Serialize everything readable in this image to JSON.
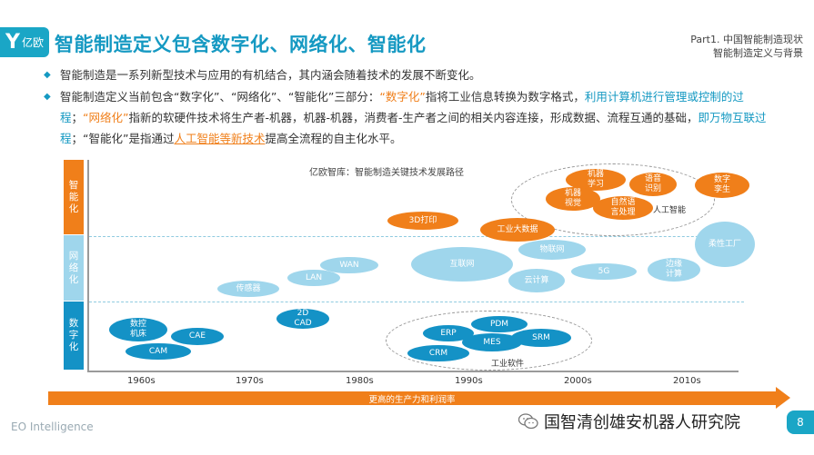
{
  "header": {
    "logo_text": "亿欧",
    "title": "智能制造定义包含数字化、网络化、智能化",
    "part_line1": "Part1. 中国智能制造现状",
    "part_line2": "智能制造定义与背景"
  },
  "bullets": {
    "b1": "智能制造是一系列新型技术与应用的有机结合，其内涵会随着技术的发展不断变化。",
    "b2_1": "智能制造定义当前包含“数字化”、“网络化”、“智能化”三部分：",
    "b2_2": "“数字化”",
    "b2_3": "指将工业信息转换为数字格式，",
    "b2_4": "利用计算机进行管理或控制的过程",
    "b2_5": "；",
    "b2_6": "“网络化”",
    "b2_7": "指新的软硬件技术将生产者-机器，机器-机器，消费者-生产者之间的相关内容连接，形成数据、流程互通的基础，",
    "b2_8": "即万物互联过程",
    "b2_9": "；“智能化”是指通过",
    "b2_10": "人工智能等新技术",
    "b2_11": "提高全流程的自主化水平。"
  },
  "diagram": {
    "title": "亿欧智库：智能制造关键技术发展路径",
    "bands": {
      "intelligent": "智能化",
      "network": "网络化",
      "digital": "数字化"
    },
    "decades": [
      "1960s",
      "1970s",
      "1980s",
      "1990s",
      "2000s",
      "2010s"
    ],
    "arrow_label": "更高的生产力和利润率",
    "nodes": {
      "cnc": "数控机床",
      "cae": "CAE",
      "cam": "CAM",
      "cad": "2D CAD",
      "sensor": "传感器",
      "lan": "LAN",
      "wan": "WAN",
      "print3d": "3D打印",
      "internet": "互联网",
      "bigdata": "工业大数据",
      "iot": "物联网",
      "cloud": "云计算",
      "g5": "5G",
      "edge": "边缘计算",
      "flex": "柔性工厂",
      "ml": "机器学习",
      "speech": "语音识别",
      "vision": "机器视觉",
      "nlp": "自然语言处理",
      "twin": "数字孪生",
      "erp": "ERP",
      "pdm": "PDM",
      "mes": "MES",
      "srm": "SRM",
      "crm": "CRM"
    },
    "group_ai": "人工智能",
    "group_industrial": "工业软件"
  },
  "footer": {
    "brand": "EO Intelligence",
    "watermark": "国智清创雄安机器人研究院",
    "page": "8"
  },
  "colors": {
    "accent_blue": "#1599c2",
    "orange": "#f07f1a",
    "light_blue": "#9fd6ec",
    "dark_blue": "#1492c6"
  }
}
